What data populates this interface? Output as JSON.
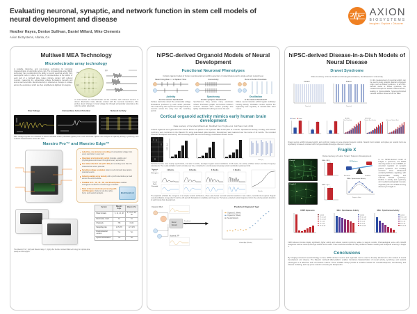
{
  "header": {
    "title": "Evaluating neuronal, synaptic, and network function in stem cell models of neural development and disease",
    "authors": "Heather Hayes, Denise Sullivan, Daniel Millard, Mike Clements",
    "affiliation": "Axion BioSystems, Atlanta, GA",
    "logo": {
      "name": "AXION",
      "subtitle": "BIOSYSTEMS",
      "tagline": "Imagine • Explore • Discover",
      "accent": "#ef8022"
    }
  },
  "colors": {
    "accent_teal": "#2b7f8c",
    "accent_orange": "#ef8022",
    "control_blue": "#2d4fa2",
    "disease_red": "#c1272d",
    "panel_border": "#cfcfcf"
  },
  "column1": {
    "title": "Multiwell MEA Technology",
    "section1": {
      "title": "Microelectrode array technology",
      "body": "A scalable, label-free, and non-invasive technology for functional characterization of electrically active cells. The microelectrode array (MEA) technology has revolutionized the ability to record electrical activity from electrogenic cells in culture. An array of microelectrodes at the bottom of each well of a multiwell plate makes intimate contact with cultured neurons, measuring the extracellular voltage fluctuations beneath and around each electrode. Electrical activity is detected as changes in voltage across the electrodes, which are then amplified and digitized for analysis.",
      "fig_caption": "A cross-section of microelectrodes at the interface with cultured neurons is shown. Electrodes make intimate contact with the neuronal membrane. Film probes detect changes in local voltage (V) through extracellular potential as the cells fire action potentials.",
      "panels": [
        {
          "label": "Raw Voltage"
        },
        {
          "label": "Extracellular Action Potential"
        },
        {
          "label": "Network Activity"
        }
      ],
      "panel_caption": "Raw voltage signals are extracted to detect individual action potentials (spikes) from each electrode. Spikes are analyzed to quantify activity, synchrony, and network characteristics across the well."
    },
    "section2": {
      "title": "Maestro Pro™ and Maestro Edge™",
      "features": [
        {
          "bold": "Label-free, non-invasive recording",
          "text": "of extracellular voltage from every electrode in every well."
        },
        {
          "bold": "Integrated environmental control",
          "text": "provides a stable and physiological environment throughout every experiment."
        },
        {
          "bold": "Fast data collection rate (12.5 kHz)",
          "text": "for recording more than the characteristic action potential."
        },
        {
          "bold": "Sensitive voltage resolution",
          "text": "down to sub-microvolt level action potential events."
        },
        {
          "bold": "Industry-leading array density",
          "text": "with up to 64 electrodes per well across the entire surface."
        },
        {
          "bold": "Scalable for 6-, 12-, 24-, 48-, and 96-well plates",
          "text": "enables throughput needed for a broad range of studies."
        },
        {
          "bold": "State-of-the-art electrode processing with AxIS Navigator",
          "text": "delivers real-time spike, burst, and network analysis."
        }
      ],
      "badge": "BioCircuit v4",
      "device_caption": "The Maestro Pro™ (left) and Maestro Edge™ (right) offer flexible multiwell MEA technology for optimal data quality and throughput.",
      "table": {
        "headers": [
          "System",
          "Maestro Edge",
          "Maestro Pro"
        ],
        "rows": [
          [
            "Plate formats",
            "6, 12, 24, 48",
            "6, 12, 24, 48, 96"
          ],
          [
            "Electrodes / well",
            "64",
            "64"
          ],
          [
            "Channels",
            "768",
            "6,144"
          ],
          [
            "Sampling rate",
            "12.5 kHz",
            "12.5 kHz"
          ],
          [
            "Environmental control",
            "Yes",
            "Yes"
          ],
          [
            "Optical stimulation",
            "Yes",
            "Yes"
          ]
        ]
      }
    }
  },
  "column2": {
    "title": "hiPSC-derived Organoid Models of Neural Development",
    "section1": {
      "title": "Functional Neuronal Phenotypes",
      "intro": "Cortical organoid models of human neurodevelopment exhibit a spectrum of network features at the single-cell and network level.",
      "phenotypes": [
        {
          "metric": "Mean Firing Rate = # of Spikes / Time",
          "name": "Activity",
          "question": "Are the neurons functional?",
          "text": "Surface electrodes detect the extracellular voltage fluctuations produced by each action potential. The mean firing rate reports the average activity of neurons across the array over the recording period."
        },
        {
          "metric": "Connectivity",
          "name": "Synchrony",
          "question": "Are the synapses functional?",
          "text": "Synchronous firing across many electrodes reflects functional synaptic connections between neurons. Network burst metrics quantify how tightly coordinated the firing is across the well."
        },
        {
          "metric": "Burst of Action Potentials",
          "name": "Oscillation",
          "question": "Is the network functional?",
          "text": "Mature neural networks exhibit regular oscillatory bursting activity. Oscillation metrics capture the rhythmicity and regularity of network-wide burst events."
        }
      ]
    },
    "section2": {
      "title": "Cortical organoid activity mimics early human brain development",
      "credit": "Data courtesy of the Muotri/Rasti Lab; Modified from Trujillo et al. Cell Stem Cell, 2019",
      "body1": "Cortical organoids were generated from human iPSCs and plated on the Cytoview MEA 6-well plate at 2 months. Spontaneous activity, bursting, and network synchrony were monitored on the Maestro Pro using peak-based spike detection. Development was measured over the course of 10 months. The recorded networks developed continuously, with increasing spike rate and increasingly coordinated network bursts.",
      "fig1_caption": "Networks became more heavily synchronized, and after 6 months, developed regular nested oscillations. At 28 weeks, the activity exhibited slower and faster frequency components. The neural oscillation metrics correlate over time, normalized to a continuously increasing network coordination parameter (CV).",
      "body2": "The organoids exhibited the emergence of a complex network architecture, where early human neuronal networks transition to more mature, network-driven regimes. Regular nested oscillations emerge after 6 months, with periodic fluctuations in amplitude and frequency. The feature-extracted network trajectory mirrors the evolving network dynamics of early human brain development.",
      "ml_legend": [
        "Organoid 1 (Week)",
        "Organoid 2 (Week)",
        "Neural Network"
      ],
      "ml_title": "Predicted Organoid 'Age'",
      "ml_xlabel": "Actual Age (Weeks)",
      "ml_inputs": [
        "Organoid MEA",
        "Cortical Organoid MEA",
        "Network MEA Model"
      ],
      "ml_box": "Neural Network Model"
    },
    "chart_data": [
      {
        "type": "bar",
        "title": "Mean Firing Rate",
        "categories": [
          "2",
          "4",
          "6",
          "8",
          "10"
        ],
        "values": [
          4,
          9,
          18,
          32,
          44
        ],
        "xlabel": "Months in culture",
        "ylabel": "Mean Firing Rate (Hz)",
        "ylim": [
          0,
          50
        ]
      },
      {
        "type": "bar",
        "title": "Burst Frequency",
        "categories": [
          "2",
          "4",
          "6",
          "8",
          "10"
        ],
        "values": [
          2,
          6,
          13,
          27,
          41
        ],
        "xlabel": "Months in culture",
        "ylabel": "Network Burst Freq.",
        "ylim": [
          0,
          50
        ]
      },
      {
        "type": "bar",
        "title": "Synchrony Index",
        "categories": [
          "2",
          "4",
          "6",
          "8",
          "10"
        ],
        "values": [
          3,
          8,
          14,
          22,
          46
        ],
        "xlabel": "Months in culture",
        "ylabel": "Synchrony Index",
        "ylim": [
          0,
          50
        ]
      },
      {
        "type": "line",
        "title": "Network Oscillation",
        "x": [
          0,
          10,
          20,
          30,
          40,
          50,
          60
        ],
        "values": [
          2,
          5,
          12,
          20,
          30,
          38,
          45
        ],
        "xlabel": "Time (s)",
        "ylabel": "Amplitude"
      },
      {
        "type": "scatter",
        "title": "Predicted Organoid 'Age'",
        "xlabel": "Actual Age (Weeks)",
        "ylabel": "Predicted Age (Weeks)",
        "series": [
          {
            "name": "Organoid 1 (Week)",
            "x": [
              4,
              8,
              12,
              16,
              20,
              24
            ],
            "y": [
              6,
              7,
              8,
              9,
              9,
              10
            ]
          },
          {
            "name": "Organoid 2 (Week)",
            "x": [
              28,
              32,
              36,
              40,
              44,
              48
            ],
            "y": [
              12,
              18,
              24,
              30,
              36,
              42
            ]
          }
        ],
        "xlim": [
          0,
          50
        ],
        "ylim": [
          0,
          50
        ]
      }
    ]
  },
  "column3": {
    "title": "hiPSC-derived Disease-in-a-Dish Models of Neural Disease",
    "dravet": {
      "title": "Dravet Syndrome",
      "credit": "Data courtesy of Anne Smith and Evangelos Kiskinis, Northwestern University",
      "body": "In vitro measurement of neuronal activity can be used to study epileptic disorders of genetic origin, such as Dravet syndrome. In an iPSC-derived model of Dravet syndrome, the mutation disrupts the sodium channel Nav1.1, leading to hyperexcitable, hypersynchronized network behavior observed on the MEA.",
      "raster_labels": [
        "Control",
        "Dravet"
      ],
      "caption": "Dravet neurons exhibit increased activity and synchrony relative to gene-corrected isogenic controls. Network burst duration and spikes per network burst are significantly increased, consistent with the hyperexcitable phenotype observed in patients."
    },
    "fragilex": {
      "title": "Fragile X",
      "credit": "Data courtesy of Labs: Smart, Telecom Development",
      "body": "In an hiPSC-derived model of Fragile X syndrome, the FMR1 silencing leads to loss of FMRP, an essential regulator of synaptic protein synthesis. The resulting networks show imbalanced excitatory/inhibitory signaling, with hyperexcitable activity and reduced network synchrony. Deficits in activity and synchrony can be pharmacologically rescued, supporting the use of MEA for drug discovery in Fragile X.",
      "micro_labels": [
        "Control",
        "Fragile X"
      ],
      "seesaw": {
        "left": "Excitation",
        "right": "Inhibition",
        "title": "E/I Balance"
      },
      "caption": "FMR1 silenced cultures display significantly higher activity and reduced network synchrony relative to isogenic controls. Pharmacological rescue with mGluR5 antagonists restores network phenotype toward control values. These results demonstrate the utility of MEA for disease modeling and therapeutic screening in Fragile X."
    },
    "conclusions": {
      "title": "Conclusions",
      "body": "By bringing increased neurotechnology to bear, hiPSC-derived neurons and organoids can be used to develop advanced in vitro models of neural development and disease. The Maestro multiwell MEA platform enables functional characterization of neural activity, synchrony, and network phenotypes in a label-free and non-invasive manner. These scalable assays provide a sensitive readout for neurodevelopment, neurotoxicity, and disease modeling, and may prove useful in screening for therapeutics."
    },
    "chart_data": [
      {
        "type": "bar",
        "title": "Mean Firing Rate",
        "categories": [
          "Control",
          "Dravet"
        ],
        "series": [
          {
            "name": "Control",
            "values": [
              22
            ],
            "color": "#2d4fa2"
          },
          {
            "name": "Dravet",
            "values": [
              48
            ],
            "color": "#c1272d"
          }
        ],
        "ylabel": "Mean Firing Rate (Hz)"
      },
      {
        "type": "bar",
        "title": "Network Burst Duration",
        "categories": [
          "Control",
          "Dravet"
        ],
        "series": [
          {
            "name": "Control",
            "values": [
              15
            ],
            "color": "#2d4fa2"
          },
          {
            "name": "Dravet",
            "values": [
              44
            ],
            "color": "#c1272d"
          }
        ],
        "ylabel": "Burst Duration (s)"
      },
      {
        "type": "bar",
        "title": "Spikes per Network Burst",
        "categories": [
          "Control",
          "Dravet"
        ],
        "series": [
          {
            "name": "Control",
            "values": [
              12
            ],
            "color": "#2d4fa2"
          },
          {
            "name": "Dravet",
            "values": [
              46
            ],
            "color": "#c1272d"
          }
        ],
        "ylabel": "Spikes / Burst"
      },
      {
        "type": "bar",
        "title": "Activity - Mean Firing Rate (time course)",
        "categories": [
          "d7",
          "d14",
          "d21",
          "d28",
          "d35",
          "d42",
          "d49",
          "d56"
        ],
        "series": [
          {
            "name": "Control",
            "values": [
              3,
              6,
              10,
              15,
              20,
              26,
              31,
              38
            ],
            "color": "#2d4fa2"
          },
          {
            "name": "Fragile X",
            "values": [
              5,
              9,
              15,
              22,
              30,
              37,
              43,
              49
            ],
            "color": "#c1272d"
          }
        ],
        "ylabel": "Mean Firing Rate (Hz)"
      },
      {
        "type": "bar",
        "title": "MEA - Spontaneous Activity (E/I and FMR1 silenced)",
        "categories": [
          "C1",
          "C2",
          "C3",
          "C4",
          "C5",
          "C6",
          "C7"
        ],
        "values": [
          46,
          41,
          38,
          33,
          30,
          27,
          22
        ],
        "ylabel": "Normalized Activity"
      },
      {
        "type": "bar",
        "title": "MEA - Synchrony (Re-cultured/Drug-treated)",
        "categories": [
          "C1",
          "C2",
          "C3",
          "C4",
          "C5",
          "C6",
          "C7"
        ],
        "values": [
          40,
          30,
          24,
          18,
          14,
          10,
          6
        ],
        "ylabel": "Normalized Synchrony"
      },
      {
        "type": "bar",
        "title": "FMRP Expression",
        "categories": [
          "Control",
          "Fragile X"
        ],
        "values": [
          48,
          5
        ],
        "ylabel": "Relative Expression"
      }
    ]
  }
}
